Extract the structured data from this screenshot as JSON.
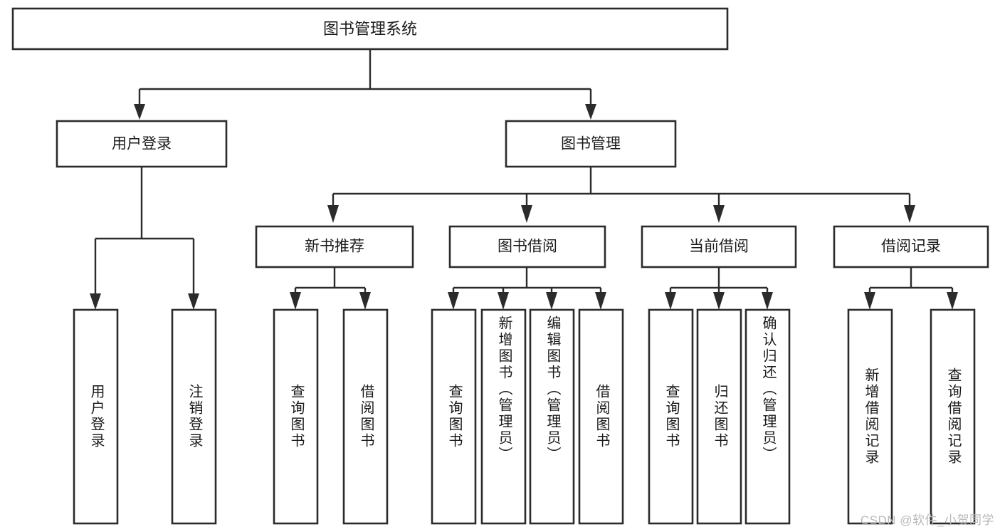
{
  "diagram": {
    "title": "图书管理系统",
    "type": "hierarchy-tree",
    "watermark": "CSDN @软件_小贺同学",
    "colors": {
      "stroke": "#2b2b2b",
      "box_fill": "#ffffff",
      "text": "#1a1a1a",
      "background": "#ffffff",
      "watermark": "#b9b9b9"
    },
    "root": {
      "label": "图书管理系统"
    },
    "level2": [
      {
        "label": "用户登录"
      },
      {
        "label": "图书管理"
      }
    ],
    "level3": [
      {
        "label": "新书推荐"
      },
      {
        "label": "图书借阅"
      },
      {
        "label": "当前借阅"
      },
      {
        "label": "借阅记录"
      }
    ],
    "leaves": {
      "user_login": [
        {
          "label": "用户登录"
        },
        {
          "label": "注销登录"
        }
      ],
      "new_book_recommend": [
        {
          "label": "查询图书"
        },
        {
          "label": "借阅图书"
        }
      ],
      "book_borrow": [
        {
          "label": "查询图书"
        },
        {
          "label": "新增图书（管理员）"
        },
        {
          "label": "编辑图书（管理员）"
        },
        {
          "label": "借阅图书"
        }
      ],
      "current_borrow": [
        {
          "label": "查询图书"
        },
        {
          "label": "归还图书"
        },
        {
          "label": "确认归还（管理员）"
        }
      ],
      "borrow_record": [
        {
          "label": "新增借阅记录"
        },
        {
          "label": "查询借阅记录"
        }
      ]
    }
  }
}
